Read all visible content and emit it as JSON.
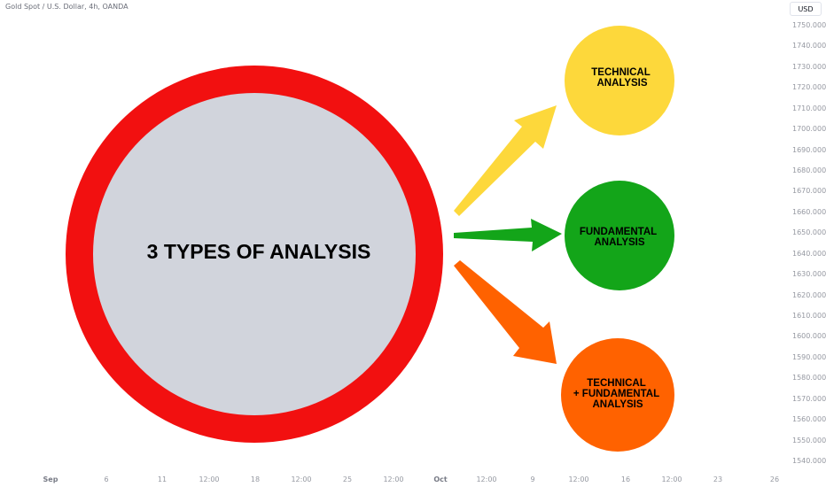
{
  "header": {
    "symbol_title": "Gold Spot / U.S. Dollar, 4h, OANDA",
    "currency": "USD"
  },
  "chart_data": {
    "type": "line",
    "xlabel": "",
    "ylabel": "",
    "ylim": [
      1540,
      1755
    ],
    "y_ticks": [
      "1750.000",
      "1740.000",
      "1730.000",
      "1720.000",
      "1710.000",
      "1700.000",
      "1690.000",
      "1680.000",
      "1670.000",
      "1660.000",
      "1650.000",
      "1640.000",
      "1630.000",
      "1620.000",
      "1610.000",
      "1600.000",
      "1590.000",
      "1580.000",
      "1570.000",
      "1560.000",
      "1550.000",
      "1540.000"
    ],
    "x_ticks": [
      {
        "label": "Sep",
        "major": true
      },
      {
        "label": "6",
        "major": false
      },
      {
        "label": "11",
        "major": false
      },
      {
        "label": "12:00",
        "major": false
      },
      {
        "label": "18",
        "major": false
      },
      {
        "label": "12:00",
        "major": false
      },
      {
        "label": "25",
        "major": false
      },
      {
        "label": "12:00",
        "major": false
      },
      {
        "label": "Oct",
        "major": true
      },
      {
        "label": "12:00",
        "major": false
      },
      {
        "label": "9",
        "major": false
      },
      {
        "label": "12:00",
        "major": false
      },
      {
        "label": "16",
        "major": false
      },
      {
        "label": "12:00",
        "major": false
      },
      {
        "label": "23",
        "major": false
      },
      {
        "label": "26",
        "major": false
      }
    ],
    "series": []
  },
  "diagram": {
    "main_circle": {
      "label": "3 TYPES OF ANALYSIS",
      "ring_color": "#f21010",
      "fill_color": "#d1d4dc"
    },
    "nodes": [
      {
        "lines": [
          "TECHNICAL",
          "ANALYSIS"
        ],
        "color": "#fdd83b",
        "arrow_color": "#fdd83b"
      },
      {
        "lines": [
          "FUNDAMENTAL",
          "ANALYSIS"
        ],
        "color": "#13a519",
        "arrow_color": "#13a519"
      },
      {
        "lines": [
          "TECHNICAL",
          "+ FUNDAMENTAL",
          "ANALYSIS"
        ],
        "color": "#ff6200",
        "arrow_color": "#ff6200"
      }
    ]
  }
}
